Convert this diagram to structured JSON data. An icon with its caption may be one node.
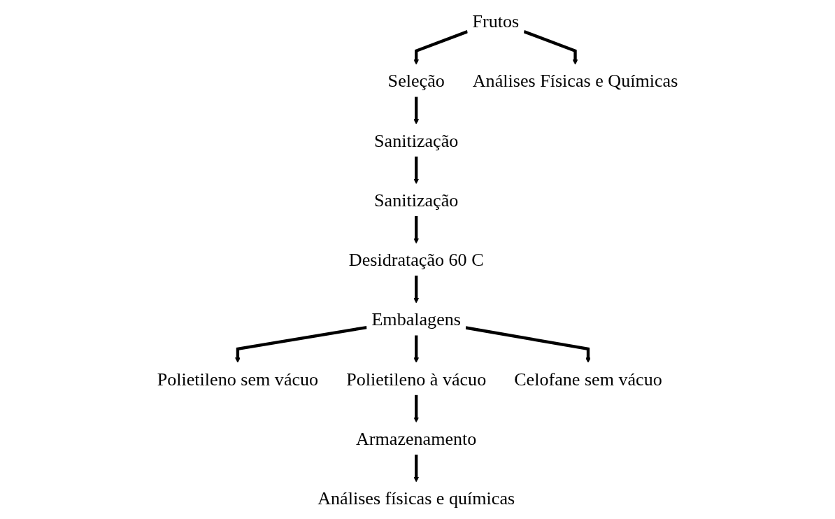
{
  "diagram": {
    "nodes": [
      {
        "text": [
          "Frutos"
        ]
      },
      {
        "text": [
          "Seleção"
        ]
      },
      {
        "text": [
          "Sanitização"
        ]
      },
      {
        "text": [
          "Análises Físicas e Químicas"
        ]
      },
      {
        "text": [
          "Sanitização"
        ]
      },
      {
        "text": [
          "Desidratação 60 C"
        ]
      },
      {
        "text": [
          "Embalagens"
        ]
      },
      {
        "text": [
          "Polietileno sem vácuo"
        ]
      },
      {
        "text": [
          "Polietileno à vácuo"
        ]
      },
      {
        "text": [
          "Celofane sem vácuo"
        ]
      },
      {
        "text": [
          "Armazenamento"
        ]
      },
      {
        "text": [
          "Análises físicas e químicas"
        ]
      }
    ],
    "edges": [
      {
        "from": 0,
        "to": 1,
        "arrow": "to"
      },
      {
        "from": 1,
        "to": 2,
        "arrow": "to"
      },
      {
        "from": 0,
        "to": 3,
        "arrow": "to"
      },
      {
        "from": 2,
        "to": 4,
        "arrow": "to"
      },
      {
        "from": 4,
        "to": 5,
        "arrow": "to"
      },
      {
        "from": 5,
        "to": 6,
        "arrow": "to"
      },
      {
        "from": 6,
        "to": 7,
        "arrow": "to"
      },
      {
        "from": 6,
        "to": 8,
        "arrow": "to"
      },
      {
        "from": 6,
        "to": 9,
        "arrow": "to"
      },
      {
        "from": 8,
        "to": 10,
        "arrow": "to"
      },
      {
        "from": 10,
        "to": 11,
        "arrow": "to"
      }
    ]
  }
}
